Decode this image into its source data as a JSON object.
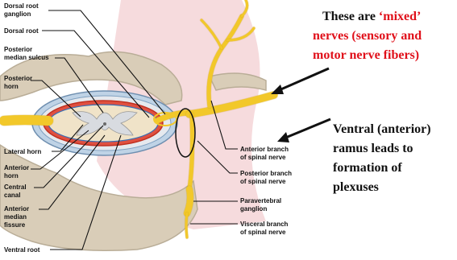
{
  "colors": {
    "nerve": "#f2c82a",
    "nerve_outline": "#c89a10",
    "bone": "#d9cdb8",
    "bone_shadow": "#b9ad97",
    "tissue": "#f5d7d9",
    "gray_matter": "#d8dbe0",
    "red_note": "#e0101a",
    "black_note": "#111111",
    "arrow": "#111111"
  },
  "labels": {
    "dorsal_root_ganglion": [
      "Dorsal root",
      "ganglion"
    ],
    "dorsal_root": "Dorsal root",
    "posterior_median_sulcus": [
      "Posterior",
      "median sulcus"
    ],
    "posterior_horn": [
      "Posterior",
      "horn"
    ],
    "lateral_horn": "Lateral horn",
    "anterior_horn": [
      "Anterior",
      "horn"
    ],
    "central_canal": [
      "Central",
      "canal"
    ],
    "anterior_median_fissure": [
      "Anterior",
      "median",
      "fissure"
    ],
    "ventral_root": "Ventral root",
    "anterior_branch": [
      "Anterior branch",
      "of spinal nerve"
    ],
    "posterior_branch": [
      "Posterior branch",
      "of spinal nerve"
    ],
    "paravertebral_ganglion": [
      "Paravertebral",
      "ganglion"
    ],
    "visceral_branch": [
      "Visceral branch",
      "of spinal nerve"
    ]
  },
  "annotations": {
    "mixed": {
      "line1_black": "These are ",
      "line1_red": "‘mixed’",
      "line2": "nerves (sensory and",
      "line3": "motor nerve fibers)"
    },
    "ventral": {
      "line1": "Ventral (anterior)",
      "line2": "ramus leads to",
      "line3": "formation of",
      "line4": "plexuses"
    }
  }
}
